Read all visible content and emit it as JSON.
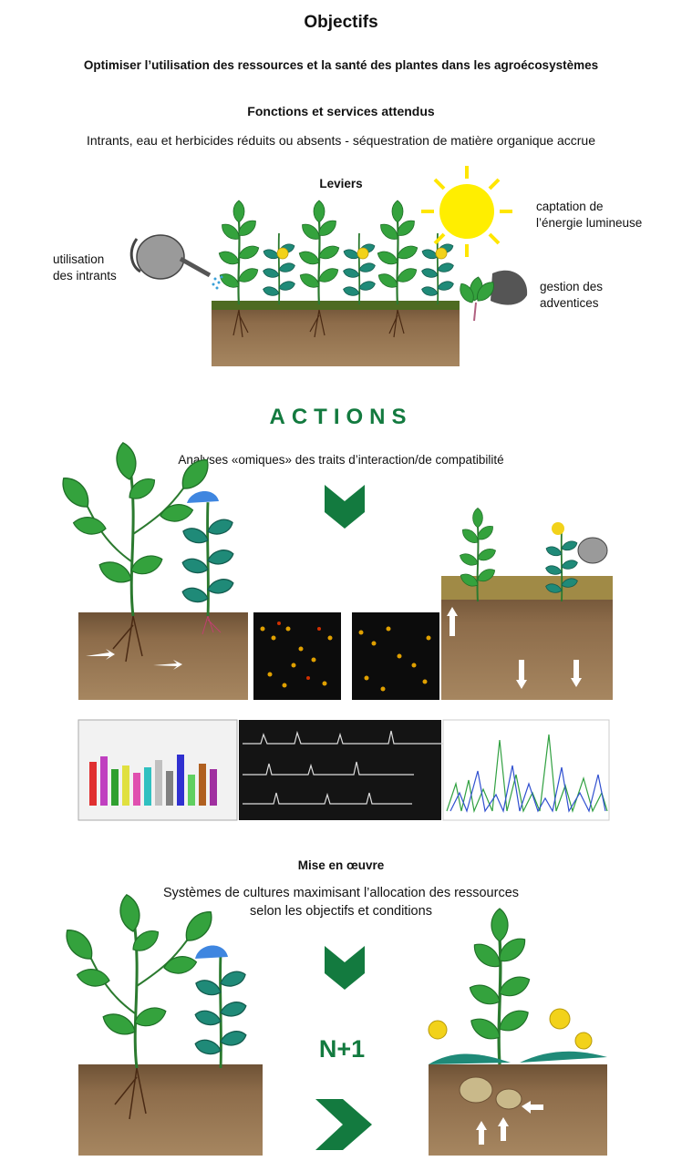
{
  "title": "Objectifs",
  "goal": "Optimiser l’utilisation des ressources et la santé des plantes dans les agroécosystèmes",
  "functions_heading": "Fonctions et services attendus",
  "functions_text": "Intrants, eau et herbicides réduits ou absents - séquestration de matière organique accrue",
  "levers": {
    "heading": "Leviers",
    "inputs_label_1": "utilisation",
    "inputs_label_2": "des intrants",
    "light_label_1": "captation de",
    "light_label_2": "l’énergie lumineuse",
    "weeds_label_1": "gestion des",
    "weeds_label_2": "adventices"
  },
  "actions": {
    "heading": "ACTIONS",
    "subtitle": "Analyses «omiques» des traits d’interaction/de compatibilité"
  },
  "implementation": {
    "heading": "Mise en œuvre",
    "text_1": "Systèmes de cultures maximisant l’allocation des ressources",
    "text_2": "selon les objectifs et conditions",
    "next_year": "N+1"
  },
  "colors": {
    "accent_green": "#137a3f",
    "soil": "#8a6a48",
    "leaf": "#2e9e3a",
    "flower_blue": "#3f86e0",
    "flower_yellow": "#f2d21a"
  }
}
